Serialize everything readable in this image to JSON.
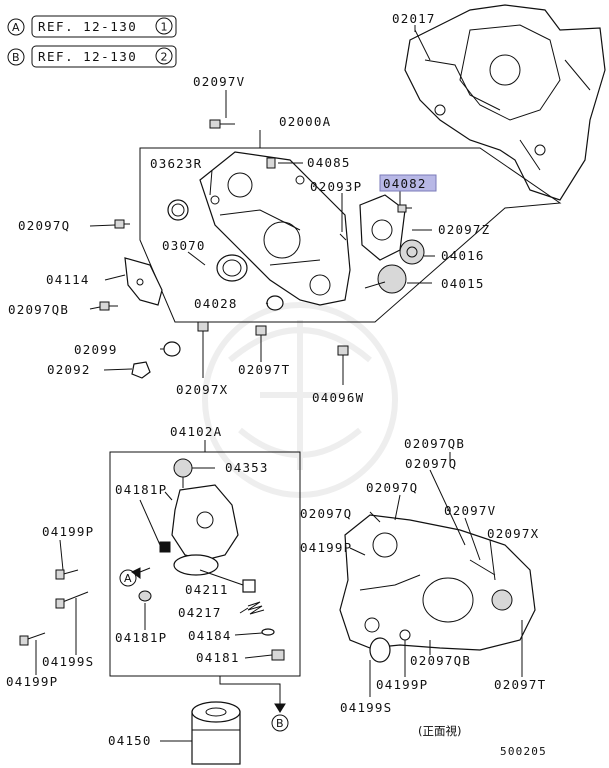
{
  "refs": [
    {
      "letter": "A",
      "text": "REF. 12-130",
      "num": "1"
    },
    {
      "letter": "B",
      "text": "REF. 12-130",
      "num": "2"
    }
  ],
  "labels": {
    "p02017": "02017",
    "p02097V_top": "02097V",
    "p02000A": "02000A",
    "p03623R": "03623R",
    "p04085": "04085",
    "p02093P": "02093P",
    "p04082": "04082",
    "p02097Q_left": "02097Q",
    "p02097Z": "02097Z",
    "p03070": "03070",
    "p04016": "04016",
    "p04114": "04114",
    "p04015": "04015",
    "p04028": "04028",
    "p02097QB_left": "02097QB",
    "p02099": "02099",
    "p02092": "02092",
    "p02097T_top": "02097T",
    "p02097X_top": "02097X",
    "p04096W": "04096W",
    "p04102A": "04102A",
    "p04353": "04353",
    "p02097QB_right": "02097QB",
    "p02097Q_right1": "02097Q",
    "p04181P_top": "04181P",
    "p02097Q_right2": "02097Q",
    "p02097V_right": "02097V",
    "p02097Q_right3": "02097Q",
    "p02097X_right": "02097X",
    "p04199P_mid": "04199P",
    "p04199P_left": "04199P",
    "p04211": "04211",
    "p04217": "04217",
    "p04181P_bot": "04181P",
    "p04184": "04184",
    "p04199S_left": "04199S",
    "p04181": "04181",
    "p04199P_bot": "04199P",
    "p02097QB_bot": "02097QB",
    "p04199P_right": "04199P",
    "p02097T_right": "02097T",
    "p04199S_right": "04199S",
    "p04150": "04150"
  },
  "markers": {
    "a": "A",
    "b": "B"
  },
  "view_note": "(正面視)",
  "diagram_id": "500205",
  "highlight_color": "#b8b8e6"
}
